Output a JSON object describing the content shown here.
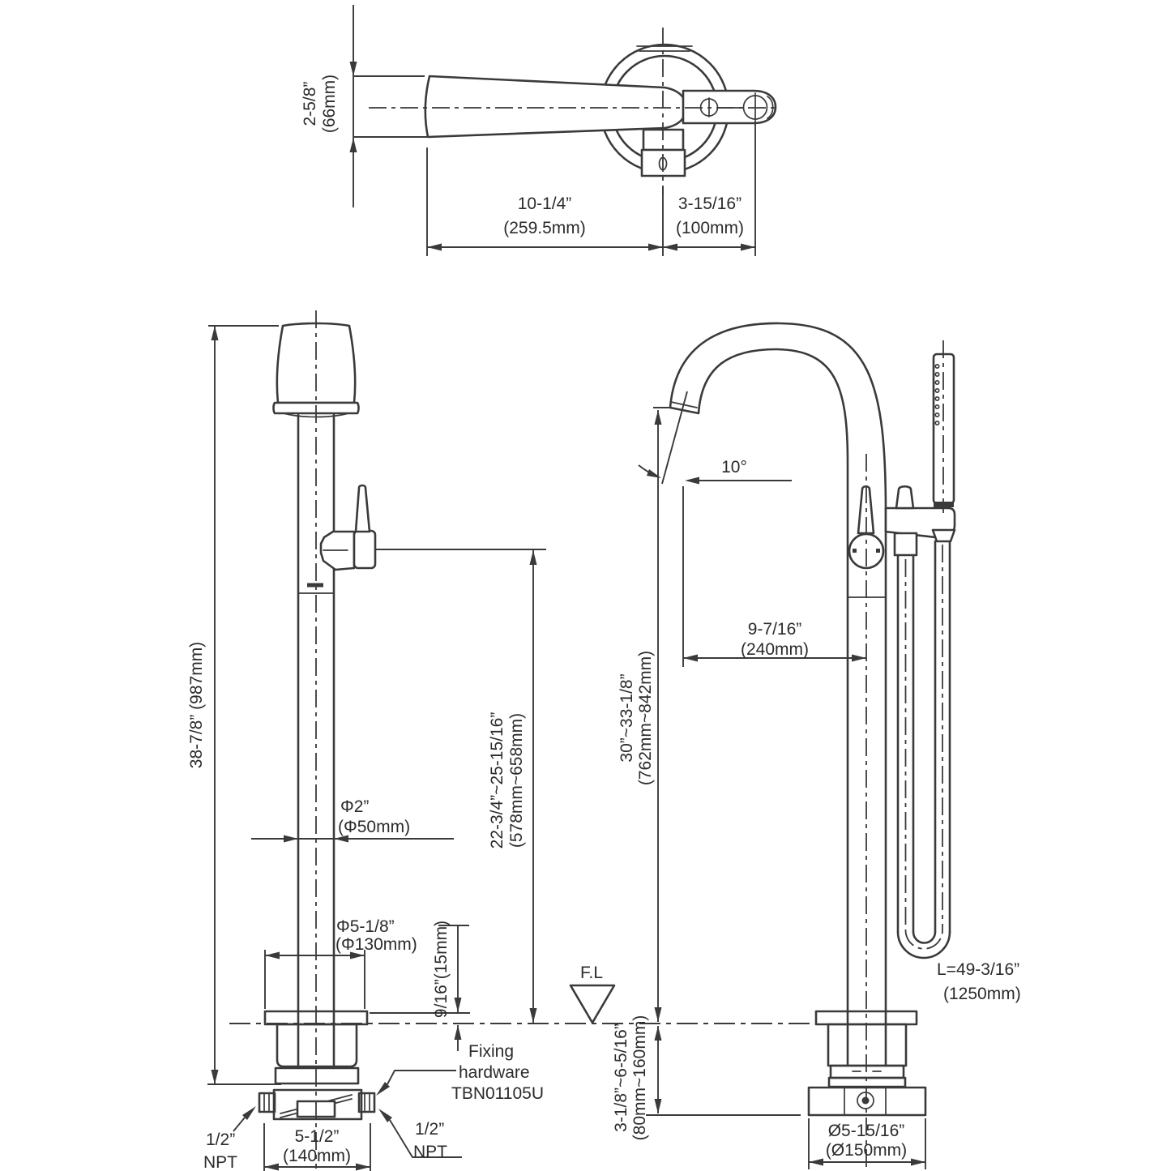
{
  "drawing_title": "Freestanding tub filler faucet dimensional drawing",
  "colors": {
    "line": "#3a3a3a",
    "background": "#ffffff"
  },
  "top_view": {
    "handle_height": {
      "in": "2-5/8”",
      "mm": "(66mm)"
    },
    "handle_reach": {
      "in": "10-1/4”",
      "mm": "(259.5mm)"
    },
    "body_depth": {
      "in": "3-15/16”",
      "mm": "(100mm)"
    }
  },
  "front_view": {
    "overall_height": "38-7/8” (987mm)",
    "column_diameter": {
      "in": "Φ2”",
      "mm": "(Φ50mm)"
    },
    "flange_diameter": {
      "in": "Φ5-1/8”",
      "mm": "(Φ130mm)"
    },
    "flange_thickness": "9/16”(15mm)",
    "handle_center_height": {
      "in": "22-3/4”~25-15/16”",
      "mm": "(578mm~658mm)"
    },
    "base_width": {
      "in": "5-1/2”",
      "mm": "(140mm)"
    },
    "inlet_left": {
      "line1": "1/2”",
      "line2": "NPT"
    },
    "inlet_right": {
      "line1": "1/2”",
      "line2": "NPT"
    },
    "fixing_hardware": {
      "line1": "Fixing",
      "line2": "hardware",
      "line3": "TBN01105U"
    }
  },
  "side_view": {
    "spout_angle": "10°",
    "spout_reach": {
      "in": "9-7/16”",
      "mm": "(240mm)"
    },
    "spout_height": {
      "in": "30”~33-1/8”",
      "mm": "(762mm~842mm)"
    },
    "floor_level_label": "F.L",
    "below_floor_depth": {
      "in": "3-1/8”~6-5/16”",
      "mm": "(80mm~160mm)"
    },
    "hose_length": {
      "line1": "L=49-3/16”",
      "line2": "(1250mm)"
    },
    "base_diameter": {
      "in": "Ø5-15/16”",
      "mm": "(Ø150mm)"
    }
  }
}
